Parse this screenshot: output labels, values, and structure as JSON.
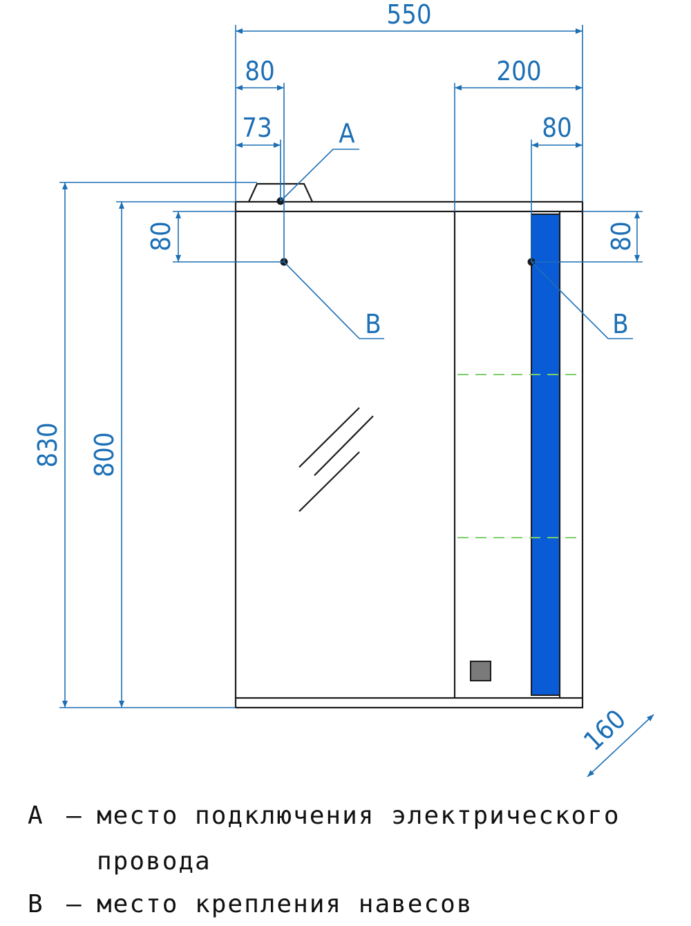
{
  "dimensions": {
    "total_width": "550",
    "left_offset_a": "80",
    "left_offset_b": "73",
    "right_section": "200",
    "right_strip": "80",
    "total_height": "830",
    "body_height": "800",
    "mount_offset_left": "80",
    "mount_offset_right": "80",
    "depth": "160"
  },
  "markers": {
    "a": "A",
    "b_left": "B",
    "b_right": "B"
  },
  "legend": {
    "a_key": "A",
    "a_dash": "–",
    "a_text_line1": "место подключения электрического",
    "a_text_line2": "провода",
    "b_key": "B",
    "b_dash": "–",
    "b_text": "место крепления навесов"
  },
  "colors": {
    "dimension": "#1c6fb5",
    "accent_strip": "#0a5bd6",
    "outline": "#1a1a1a",
    "shelf_lines": "#7ccf6a",
    "switch": "#7a7a7a"
  }
}
